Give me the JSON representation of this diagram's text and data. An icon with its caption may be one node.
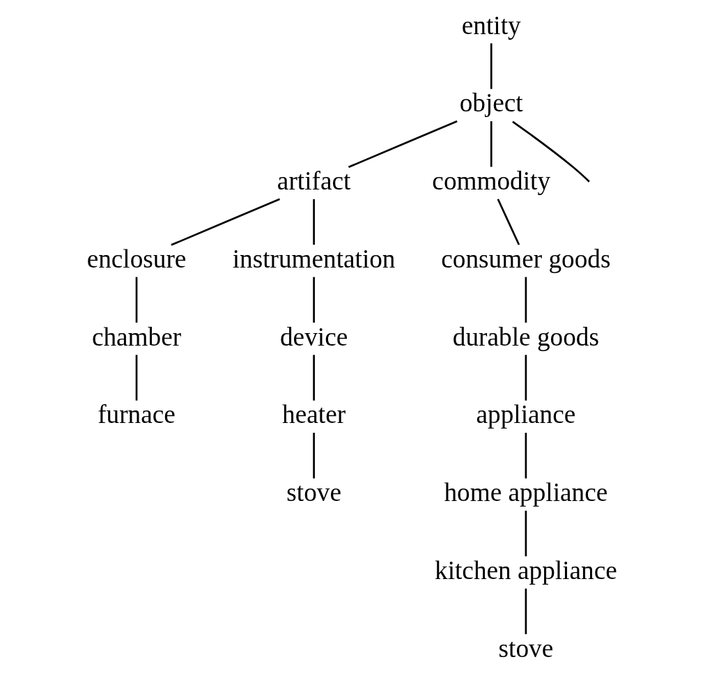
{
  "diagram": {
    "nodes": [
      {
        "text": [
          "entity"
        ]
      },
      {
        "text": [
          "object"
        ]
      },
      {
        "text": [
          "artifact"
        ]
      },
      {
        "text": [
          "commodity"
        ]
      },
      {
        "text": [
          "enclosure"
        ]
      },
      {
        "text": [
          "instrumentation"
        ]
      },
      {
        "text": [
          "chamber"
        ]
      },
      {
        "text": [
          "furnace"
        ]
      },
      {
        "text": [
          "device"
        ]
      },
      {
        "text": [
          "heater"
        ]
      },
      {
        "text": [
          "stove"
        ]
      },
      {
        "text": [
          "consumer goods"
        ]
      },
      {
        "text": [
          "durable goods"
        ]
      },
      {
        "text": [
          "appliance"
        ]
      },
      {
        "text": [
          "home appliance"
        ]
      },
      {
        "text": [
          "kitchen appliance"
        ]
      },
      {
        "text": [
          "stove"
        ]
      }
    ],
    "edges": [
      {
        "from": 0,
        "to": 1,
        "arrow": "none"
      },
      {
        "from": 1,
        "to": 2,
        "arrow": "none"
      },
      {
        "from": 1,
        "to": null,
        "arrow": "none"
      },
      {
        "from": 1,
        "to": 3,
        "arrow": "none"
      },
      {
        "from": 2,
        "to": 4,
        "arrow": "none"
      },
      {
        "from": 2,
        "to": 5,
        "arrow": "none"
      },
      {
        "from": 4,
        "to": 6,
        "arrow": "none"
      },
      {
        "from": 6,
        "to": 7,
        "arrow": "none"
      },
      {
        "from": 5,
        "to": 8,
        "arrow": "none"
      },
      {
        "from": 8,
        "to": 9,
        "arrow": "none"
      },
      {
        "from": 9,
        "to": 10,
        "arrow": "none"
      },
      {
        "from": 3,
        "to": 11,
        "arrow": "none"
      },
      {
        "from": 11,
        "to": 12,
        "arrow": "none"
      },
      {
        "from": 12,
        "to": 13,
        "arrow": "none"
      },
      {
        "from": 13,
        "to": 14,
        "arrow": "none"
      },
      {
        "from": 14,
        "to": 15,
        "arrow": "none"
      },
      {
        "from": 15,
        "to": 16,
        "arrow": "none"
      }
    ]
  }
}
